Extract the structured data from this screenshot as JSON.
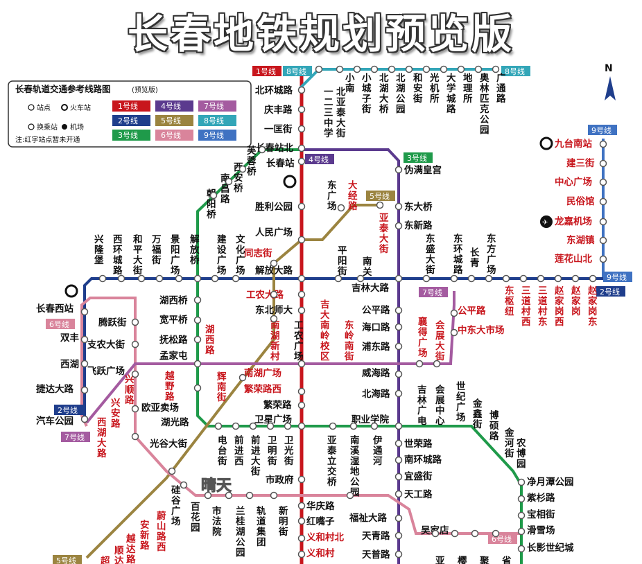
{
  "title": "长春地铁规划预览版",
  "north": "N",
  "watermark": "晴天",
  "legend": {
    "title": "长春轨道交通参考线路图",
    "subtitle": "(预览版)",
    "station": "站点",
    "rail_station": "火车站",
    "transfer": "换乘站",
    "airport": "机场",
    "note": "注:红字站点暂未开通",
    "lines": [
      "1号线",
      "4号线",
      "7号线",
      "2号线",
      "5号线",
      "8号线",
      "3号线",
      "6号线",
      "9号线"
    ]
  },
  "colors": {
    "line1": "#c8161d",
    "line2": "#1f3e8c",
    "line3": "#1f9a4a",
    "line4": "#5b3a8e",
    "line5": "#9b8440",
    "line6": "#d9849b",
    "line7": "#a45ba0",
    "line8": "#33a6b8",
    "line9": "#3f72c2"
  },
  "badges": {
    "l1_top": "1号线",
    "l8_top1": "8号线",
    "l8_top2": "8号线",
    "l4": "4号线",
    "l3": "3号线",
    "l5": "5号线",
    "l9_top": "9号线",
    "l9_mid": "9号线",
    "l2_right": "2号线",
    "l6_left": "6号线",
    "l7_mid": "7号线",
    "l2_left": "2号线",
    "l7_left": "7号线",
    "l6_right": "6号线",
    "l5_bottom": "5号线"
  },
  "stations": {
    "beihuan": "北环城路",
    "qingfeng": "庆丰路",
    "yikuang": "一匡街",
    "cczhanbei": "长春站北",
    "changchunzhan": "长春站",
    "shengli": "胜利公园",
    "renmin": "人民广场",
    "jiefang": "解放大路",
    "gongnong": "工农大路",
    "dongbeishida": "东北师大",
    "gongnongguangchang": "工农广场",
    "nanhuguangchang": "南湖广场",
    "fanronglu": "繁荣路西",
    "fanrong": "繁荣路",
    "weixing": "卫星广场",
    "shizheng": "市政府",
    "huaqing": "华庆路",
    "hongzuizi": "红嘴子",
    "yiheli": "义和村北",
    "yihecun": "义和村",
    "yiman": "伪满皇宫",
    "dongdaqiao": "东大桥",
    "dongxin": "东新路",
    "jilin": "吉林大路",
    "gongping": "公平路",
    "haikou": "海口路",
    "pudong": "浦东路",
    "weihai": "威海路",
    "beihai": "北海路",
    "zhiye": "职业学院",
    "shirong": "世荣路",
    "nanhuan": "南环城路",
    "yisheng": "宜盛街",
    "tiangong": "天工路",
    "fuzhi": "福祉大路",
    "tianqing": "天青路",
    "tianpu": "天普路",
    "wujiadian": "吴家店",
    "changchunxi": "长春西站",
    "shuangfeng": "双丰",
    "xihu": "西湖",
    "jieda": "捷达大路",
    "qichegongyuan": "汽车公园",
    "tengyue": "腾跃街",
    "zhinong": "支农大街",
    "feiyue": "飞跃广场",
    "ouyaguanchang": "欧亚卖场",
    "huguang": "湖光路",
    "guanggu": "光谷大街",
    "huxiqiao": "湖西桥",
    "kuanping": "宽平桥",
    "fusong": "抚松路",
    "mengjiatun": "孟家屯",
    "huxilu": "湖西路",
    "tonglian": "同志街",
    "gongnongdalu": "工农大路",
    "yongzhi": "同志街",
    "gongping2": "公平路",
    "zhongdong": "中东大市场",
    "jingyue": "净月潭公园",
    "zishan": "紫杉路",
    "baoxiang": "宝相街",
    "huaxue": "滑雪场",
    "changying": "长影世纪城",
    "jiutai": "九台南站",
    "jianshan": "建三街",
    "zhongxin": "中心广场",
    "minsu": "民俗馆",
    "longjia": "龙嘉机场",
    "donghu": "东湖镇",
    "lianhua": "莲花山北"
  },
  "vertical_stations": {
    "yiersan": "一二三中学",
    "beiyatai": "北亚泰大街",
    "xiaonan": "小南",
    "xiaocheng": "小城子街",
    "beihudaqiao": "北湖大桥",
    "beihugongyuan": "北湖公园",
    "hean": "和安街",
    "guangji": "光机所",
    "daxue": "大学城路",
    "dili": "地理所",
    "aoti": "奥林匹克公园",
    "guangtong": "广通路",
    "furongqiao": "芙蓉桥",
    "xianqiao": "西安桥",
    "nanchang": "南昌路",
    "chaoyang": "朝阳桥",
    "dongguangchang": "东广场",
    "dajing": "大经路",
    "yatai": "亚泰大街",
    "pingyang": "平阳街",
    "nanguan": "南关",
    "dongsheng": "东盛大街",
    "donghuan": "东环城路",
    "changqing": "长青",
    "dongfang": "东方广场",
    "xinglong": "兴隆堡",
    "xihuan": "西环城路",
    "heping": "和平大街",
    "wanfu": "万福街",
    "jingyang": "景阳广场",
    "jiefangqiao": "解放桥",
    "jianshe": "建设广场",
    "wenhua": "文化广场",
    "dongshu": "东枢纽",
    "sandaocun": "三道村西",
    "sandaodong": "三道村东",
    "zhaojiaxi": "赵家岗西",
    "zhaojia": "赵家岗",
    "zhaojiadong": "赵家岗东",
    "jida": "吉大南岭校区",
    "dongling": "东岭南街",
    "nanhuxincun": "南湖新村",
    "xiangtan": "襄得广场",
    "huizhan": "会展大街",
    "yuenao": "越野路",
    "huinan": "辉南街",
    "xingshun": "兴顺路",
    "xingan": "兴安路",
    "xihudalu": "西湖大路",
    "diangu": "电台街",
    "qianjin": "前进西",
    "qianjindajie": "前进大街",
    "weiming": "卫明街",
    "weiguang": "卫光街",
    "yataili": "亚泰立交桥",
    "nanxi": "南溪湿地公园",
    "yitong": "伊通河",
    "jilinguangdian": "吉林广电",
    "huizhanzhongxin": "会展中心",
    "shiji": "世纪广场",
    "jinxin": "金鑫街",
    "boshuo": "博硕路",
    "jinhe": "金河街",
    "nongbo": "农博园",
    "guigu": "硅谷广场",
    "baihua": "百花园",
    "shifayuan": "市法院",
    "lanqi": "兰桂湖公园",
    "guidao": "轨道集团",
    "xinming": "新明街",
    "weishan": "蔚山路西",
    "anxin": "安新路",
    "yuedagang": "越达路",
    "shundalu": "顺达路",
    "chao": "超",
    "ya": "亚",
    "ying": "樱",
    "ju": "聚",
    "sheng": "省"
  }
}
